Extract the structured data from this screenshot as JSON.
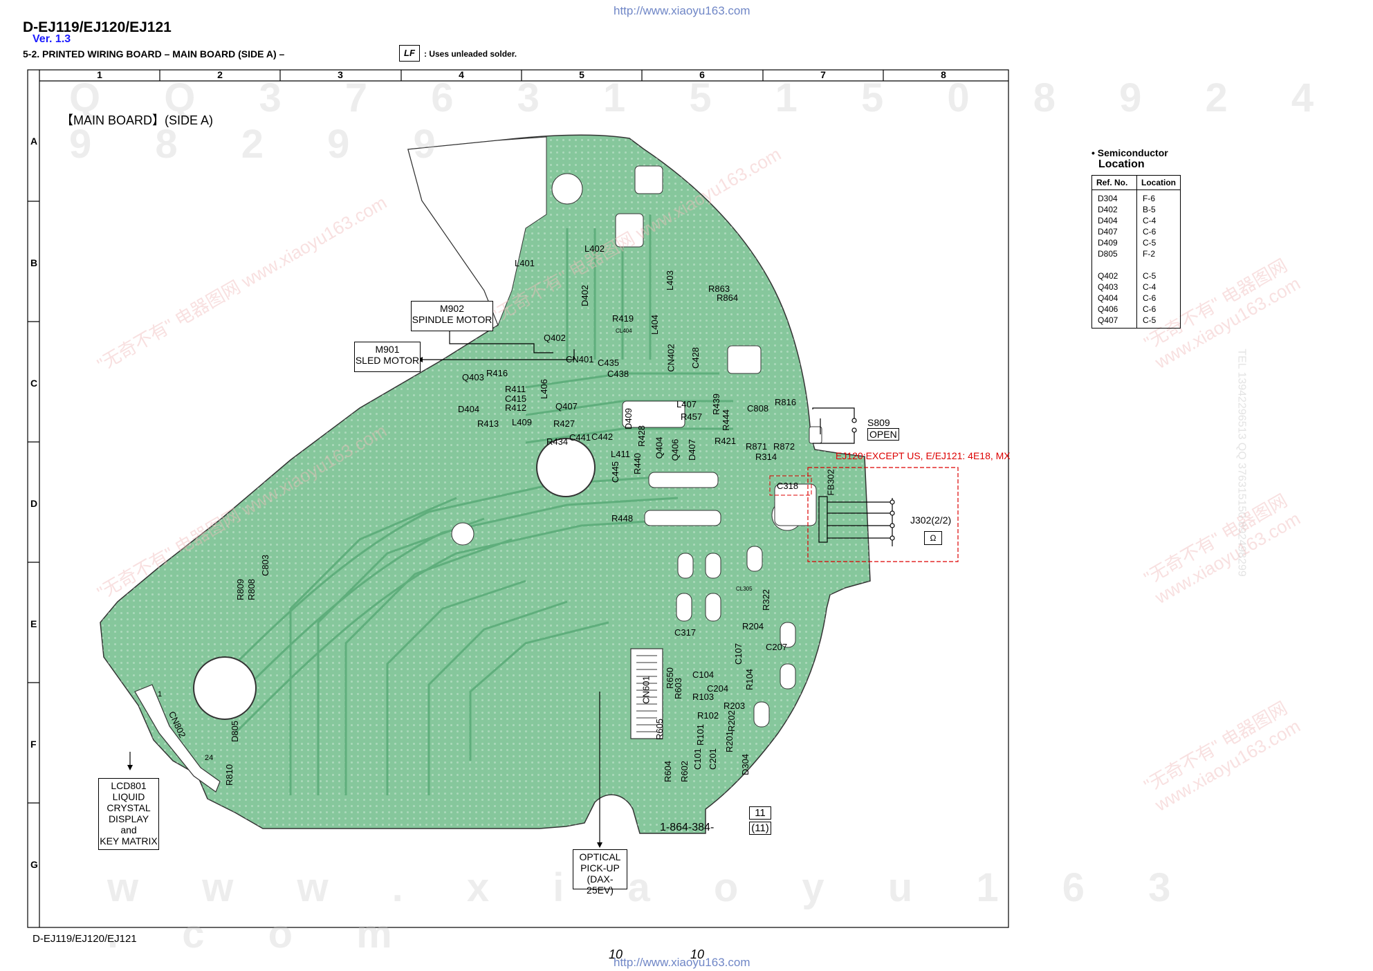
{
  "header": {
    "title": "D-EJ119/EJ120/EJ121",
    "version": "Ver. 1.3",
    "subtitle": "5-2. PRINTED WIRING BOARD – MAIN BOARD (SIDE A) –",
    "solder_logo": "LF",
    "solder_note": ": Uses unleaded solder.",
    "url": "http://www.xiaoyu163.com"
  },
  "grid": {
    "columns": [
      "1",
      "2",
      "3",
      "4",
      "5",
      "6",
      "7",
      "8"
    ],
    "rows": [
      "A",
      "B",
      "C",
      "D",
      "E",
      "F",
      "G"
    ]
  },
  "board": {
    "title": "【MAIN BOARD】(SIDE A)",
    "part_number": "1-864-384-",
    "code_top": "11",
    "code_bottom": "(11)",
    "pin_labels": [
      "24",
      "1"
    ],
    "connector_labels": [
      "M902\nSPINDLE MOTOR",
      "M901\nSLED MOTOR",
      "S809\nOPEN",
      "J302(2/2)"
    ],
    "ext_labels": {
      "spindle_id": "M902",
      "spindle_name": "SPINDLE MOTOR",
      "sled_id": "M901",
      "sled_name": "SLED MOTOR",
      "switch_id": "S809",
      "switch_name": "OPEN",
      "jack_id": "J302(2/2)",
      "lcd": [
        "LCD801",
        "LIQUID",
        "CRYSTAL",
        "DISPLAY",
        "and",
        "KEY MATRIX"
      ],
      "pickup": [
        "OPTICAL",
        "PICK-UP",
        "(DAX-25EV)"
      ]
    },
    "red_note": "EJ120:EXCEPT US, E/EJ121: 4E18, MX",
    "components": [
      "L402",
      "L401",
      "D402",
      "L403",
      "R863",
      "R864",
      "R419",
      "Q402",
      "CL404",
      "L404",
      "CN402",
      "C428",
      "CN401",
      "C435",
      "C438",
      "Q403",
      "R416",
      "R411",
      "C415",
      "R412",
      "D404",
      "L406",
      "R413",
      "L409",
      "Q407",
      "D409",
      "L407",
      "R439",
      "R457",
      "R444",
      "C808",
      "R816",
      "R427",
      "C441",
      "C442",
      "R434",
      "R428",
      "D407",
      "R421",
      "R871",
      "R872",
      "L411",
      "R440",
      "Q404",
      "Q406",
      "R314",
      "C445",
      "FB302",
      "C318",
      "R448",
      "CL305",
      "R322",
      "C803",
      "R809",
      "R808",
      "C317",
      "R204",
      "C207",
      "C107",
      "R650",
      "C104",
      "C204",
      "CN601",
      "R603",
      "R103",
      "R203",
      "R102",
      "R202",
      "R104",
      "R605",
      "R101",
      "R201",
      "C101",
      "C201",
      "D304",
      "R604",
      "R602",
      "CN802",
      "D805",
      "R810"
    ]
  },
  "semiconductor_location": {
    "title_line1": "• Semiconductor",
    "title_line2": "Location",
    "headers": [
      "Ref. No.",
      "Location"
    ],
    "rows": [
      [
        "D304",
        "F-6"
      ],
      [
        "D402",
        "B-5"
      ],
      [
        "D404",
        "C-4"
      ],
      [
        "D407",
        "C-6"
      ],
      [
        "D409",
        "C-5"
      ],
      [
        "D805",
        "F-2"
      ],
      [
        "",
        ""
      ],
      [
        "Q402",
        "C-5"
      ],
      [
        "Q403",
        "C-4"
      ],
      [
        "Q404",
        "C-6"
      ],
      [
        "Q406",
        "C-6"
      ],
      [
        "Q407",
        "C-5"
      ]
    ]
  },
  "footer": {
    "model": "D-EJ119/EJ120/EJ121",
    "page_left": "10",
    "page_right": "10",
    "url": "http://www.xiaoyu163.com"
  },
  "watermark": {
    "top_digits": "Q Q   3 7 6 3 1 5 1 5 0     8 9 2 4 9 8 2 9 9",
    "bottom_url": "w w w . x i a o y u 1 6 3 . c o m",
    "diag_text": "\"无奇不有\" 电器图网 www.xiaoyu163.com",
    "side_text": "TEL 13942296513   QQ 376315150   892498299"
  },
  "colors": {
    "board_green": "#86c79c",
    "board_light": "#a8d8b4",
    "trace_dark": "#5fae7c",
    "red_note": "#dd0000",
    "url_blue": "#6f86c6"
  }
}
